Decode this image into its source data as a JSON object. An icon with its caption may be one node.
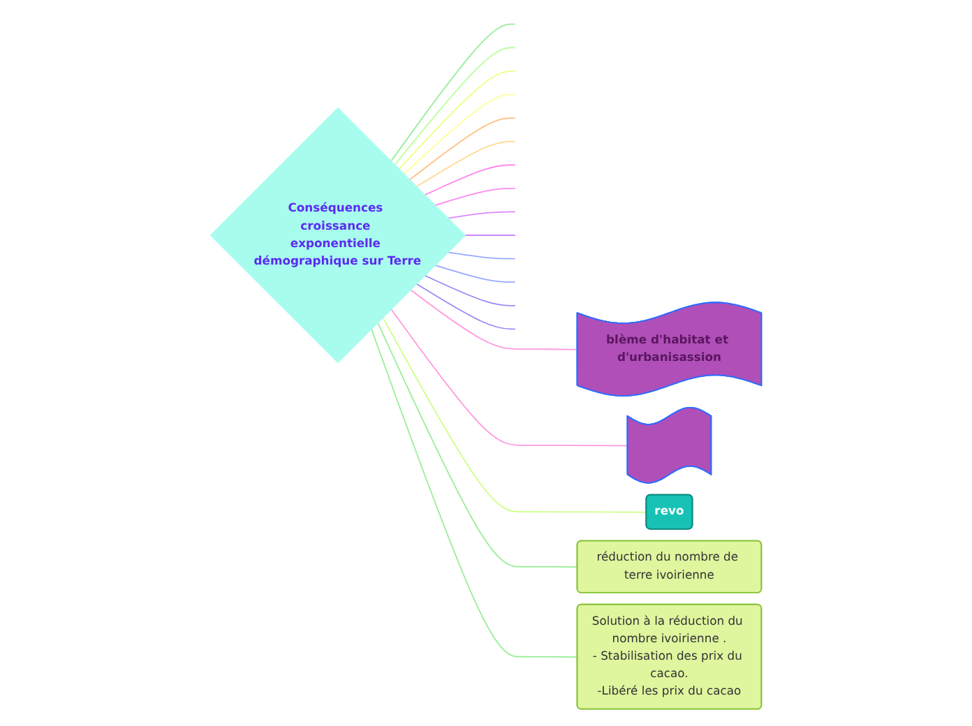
{
  "diagram": {
    "nodes": [
      {
        "text": [
          "Conséquences croissance exponentielle démographique sur Terre"
        ]
      },
      {
        "text": [
          "revo"
        ]
      },
      {
        "text": [
          "réduction du nombre de terre ivoirienne"
        ]
      },
      {
        "text": [
          "Solution à la réduction du nombre ivoirienne .",
          "- Stabilisation des prix du cacao.",
          "-Libéré les prix du cacao"
        ]
      },
      {
        "text": [
          "blème d'habitat et d'urbanisassion"
        ]
      },
      {
        "text": [],
        "shape": "banner"
      }
    ],
    "edges": [
      {
        "from": 0,
        "to": null,
        "arrow": "none",
        "color": "#9b8cf5"
      },
      {
        "from": 0,
        "to": null,
        "arrow": "none",
        "color": "#9b8cf5"
      },
      {
        "from": 0,
        "to": null,
        "arrow": "none",
        "color": "#99aaff"
      },
      {
        "from": 0,
        "to": null,
        "arrow": "none",
        "color": "#99aaff"
      },
      {
        "from": 0,
        "to": null,
        "arrow": "none",
        "color": "#cc88ff"
      },
      {
        "from": 0,
        "to": null,
        "arrow": "none",
        "color": "#dd88ff"
      },
      {
        "from": 0,
        "to": null,
        "arrow": "none",
        "color": "#ff88ee"
      },
      {
        "from": 0,
        "to": null,
        "arrow": "none",
        "color": "#ff88ee"
      },
      {
        "from": 0,
        "to": 4,
        "arrow": "none",
        "color": "#ff99dd"
      },
      {
        "from": 0,
        "to": 5,
        "arrow": "none",
        "color": "#ff99dd"
      },
      {
        "from": 0,
        "to": null,
        "arrow": "none",
        "color": "#ffd98c"
      },
      {
        "from": 0,
        "to": null,
        "arrow": "none",
        "color": "#ffc080"
      },
      {
        "from": 0,
        "to": null,
        "arrow": "none",
        "color": "#ffff99"
      },
      {
        "from": 0,
        "to": null,
        "arrow": "none",
        "color": "#eeff88"
      },
      {
        "from": 0,
        "to": 1,
        "arrow": "none",
        "color": "#ccff88"
      },
      {
        "from": 0,
        "to": null,
        "arrow": "none",
        "color": "#bbff99"
      },
      {
        "from": 0,
        "to": 2,
        "arrow": "none",
        "color": "#99ee99"
      },
      {
        "from": 0,
        "to": null,
        "arrow": "none",
        "color": "#99ee99"
      },
      {
        "from": 0,
        "to": 3,
        "arrow": "none",
        "color": "#99ee99"
      }
    ]
  }
}
